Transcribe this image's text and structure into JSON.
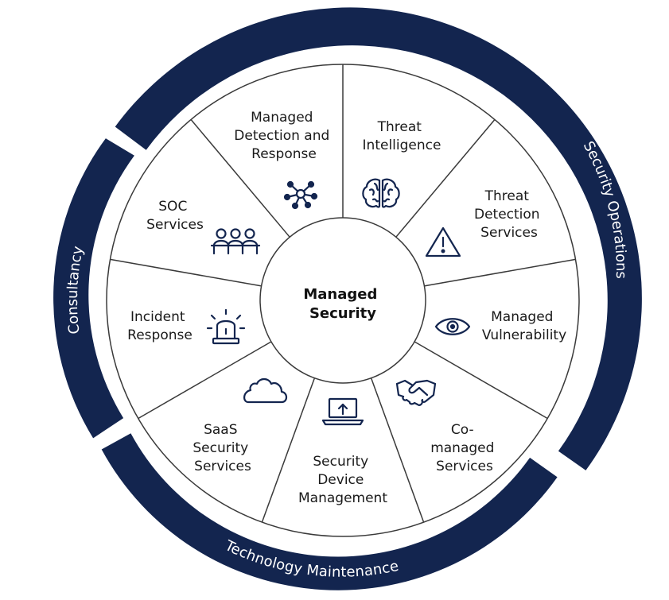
{
  "colors": {
    "navy": "#13254f",
    "divider": "#3a3a3a",
    "background": "#ffffff"
  },
  "center": {
    "line1": "Managed",
    "line2": "Security"
  },
  "outer_bands": [
    {
      "label": "Security Operations"
    },
    {
      "label": "Consultancy"
    },
    {
      "label": "Technology Maintenance"
    }
  ],
  "segments": [
    {
      "lines": [
        "Managed",
        "Detection and",
        "Response"
      ],
      "icon": "network-nodes-icon"
    },
    {
      "lines": [
        "Threat",
        "Intelligence"
      ],
      "icon": "brain-icon"
    },
    {
      "lines": [
        "Threat",
        "Detection",
        "Services"
      ],
      "icon": "warning-triangle-icon"
    },
    {
      "lines": [
        "Managed",
        "Vulnerability"
      ],
      "icon": "eye-icon"
    },
    {
      "lines": [
        "Co-",
        "managed",
        "Services"
      ],
      "icon": "handshake-icon"
    },
    {
      "lines": [
        "Security",
        "Device",
        "Management"
      ],
      "icon": "laptop-upload-icon"
    },
    {
      "lines": [
        "SaaS",
        "Security",
        "Services"
      ],
      "icon": "cloud-icon"
    },
    {
      "lines": [
        "Incident",
        "Response"
      ],
      "icon": "alarm-siren-icon"
    },
    {
      "lines": [
        "SOC",
        "Services"
      ],
      "icon": "team-people-icon"
    }
  ]
}
